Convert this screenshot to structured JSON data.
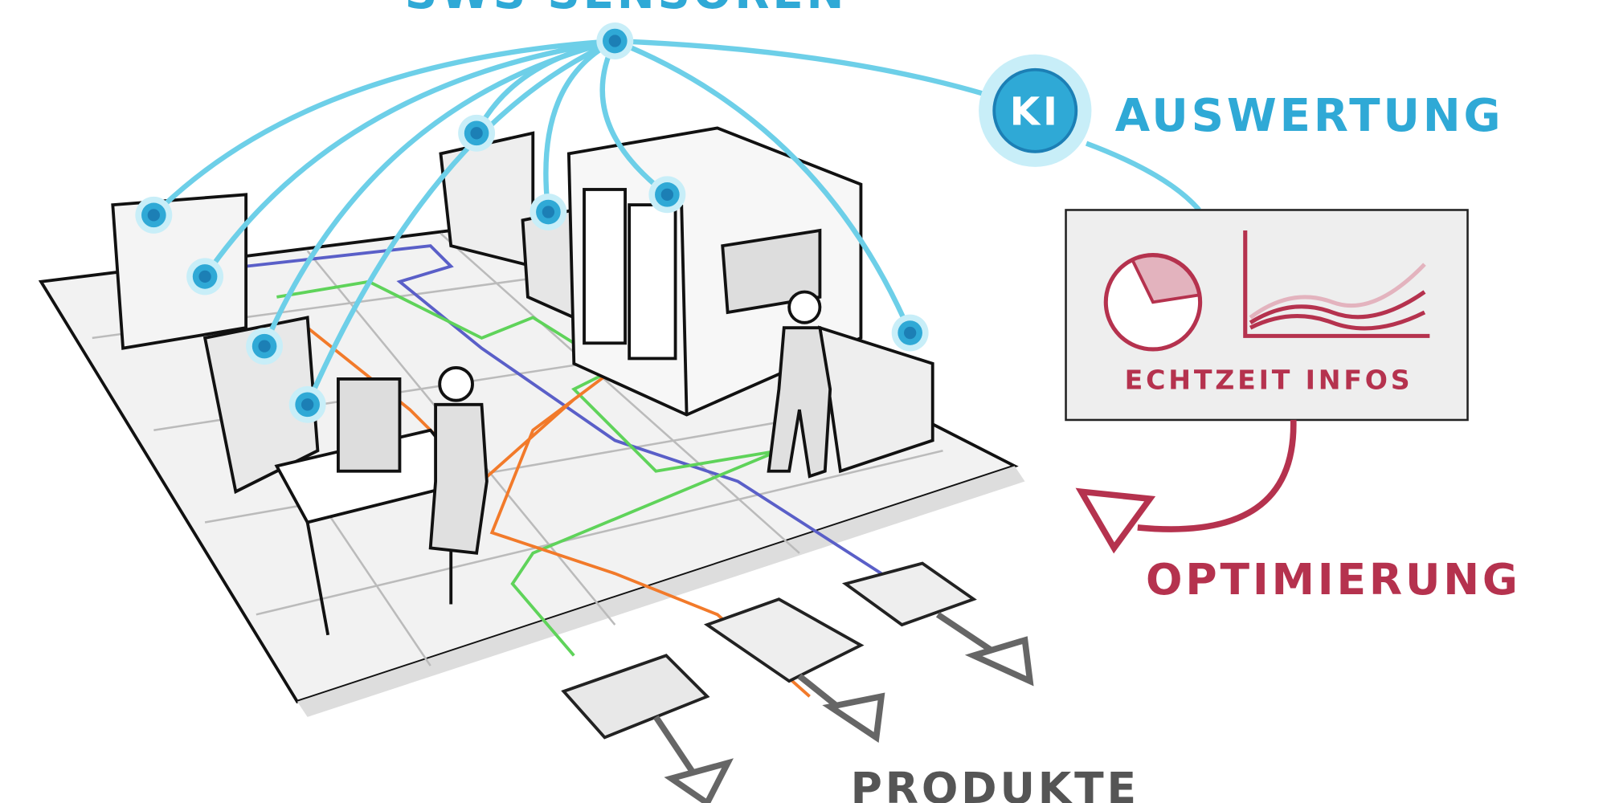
{
  "labels": {
    "sensors": "SWS SENSOREN",
    "ki": "KI",
    "evaluation": "AUSWERTUNG",
    "realtime": "ECHTZEIT INFOS",
    "optimization": "OPTIMIERUNG",
    "products": "PRODUKTE"
  },
  "icons": {
    "sensor": "sensor-node-icon",
    "ai": "ki-badge-icon",
    "pie": "pie-chart-icon",
    "line": "line-chart-icon"
  },
  "colors": {
    "sensor_blue": "#2fa9d6",
    "link_blue": "#6dcfe8",
    "accent_red": "#b5324e",
    "route_blue": "#5a5fc8",
    "route_green": "#5fd35a",
    "route_orange": "#f27a2a",
    "text_grey": "#555555"
  }
}
